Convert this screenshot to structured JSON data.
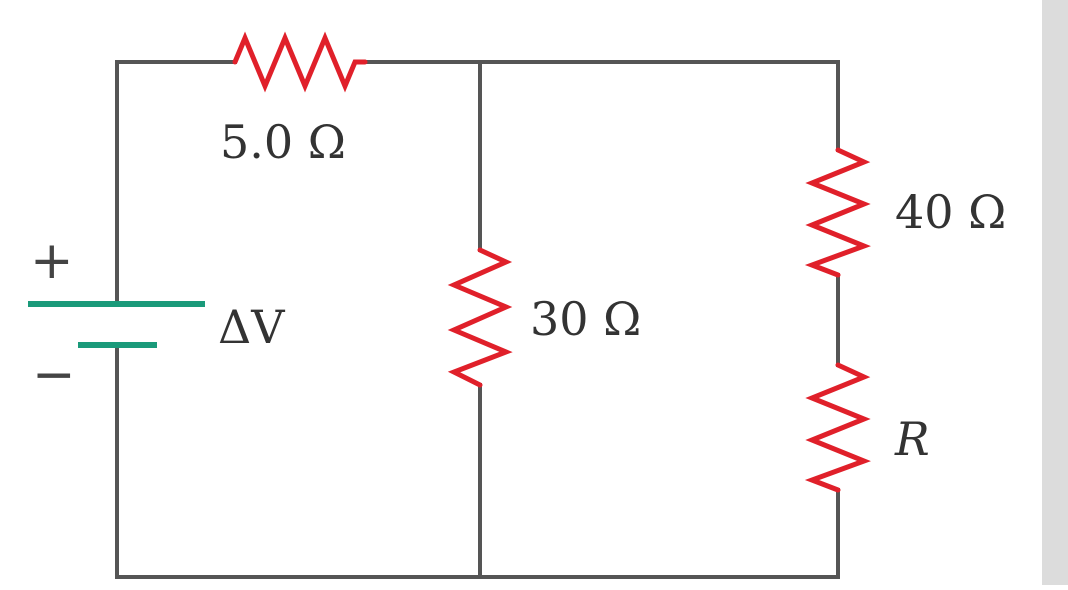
{
  "diagram": {
    "resistors": {
      "r1": {
        "label": "5.0 Ω"
      },
      "r2": {
        "label": "30 Ω"
      },
      "r3": {
        "label": "40 Ω"
      },
      "r4": {
        "label": "R"
      }
    },
    "battery": {
      "label": "ΔV",
      "plus": "+",
      "minus": "−"
    },
    "colors": {
      "wire": "#555555",
      "resistor": "#e0202a",
      "battery": "#1a9a7a",
      "scrollbar": "#dcdcdc"
    }
  }
}
